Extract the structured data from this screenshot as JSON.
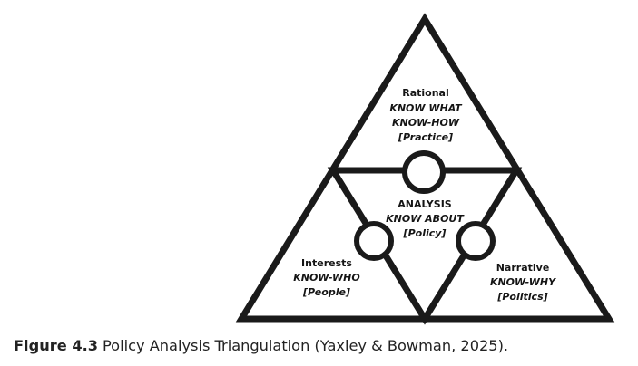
{
  "diagram": {
    "nodes": {
      "rational": [
        "Rational",
        "KNOW WHAT",
        "KNOW-HOW",
        "[Practice]"
      ],
      "analysis": [
        "ANALYSIS",
        "KNOW ABOUT",
        "[Policy]"
      ],
      "interests": [
        "Interests",
        "KNOW-WHO",
        "[People]"
      ],
      "narrative": [
        "Narrative",
        "KNOW-WHY",
        "[Politics]"
      ]
    }
  },
  "caption": {
    "label": "Figure 4.3",
    "title": "Policy Analysis Triangulation (Yaxley & Bowman, 2025)."
  }
}
